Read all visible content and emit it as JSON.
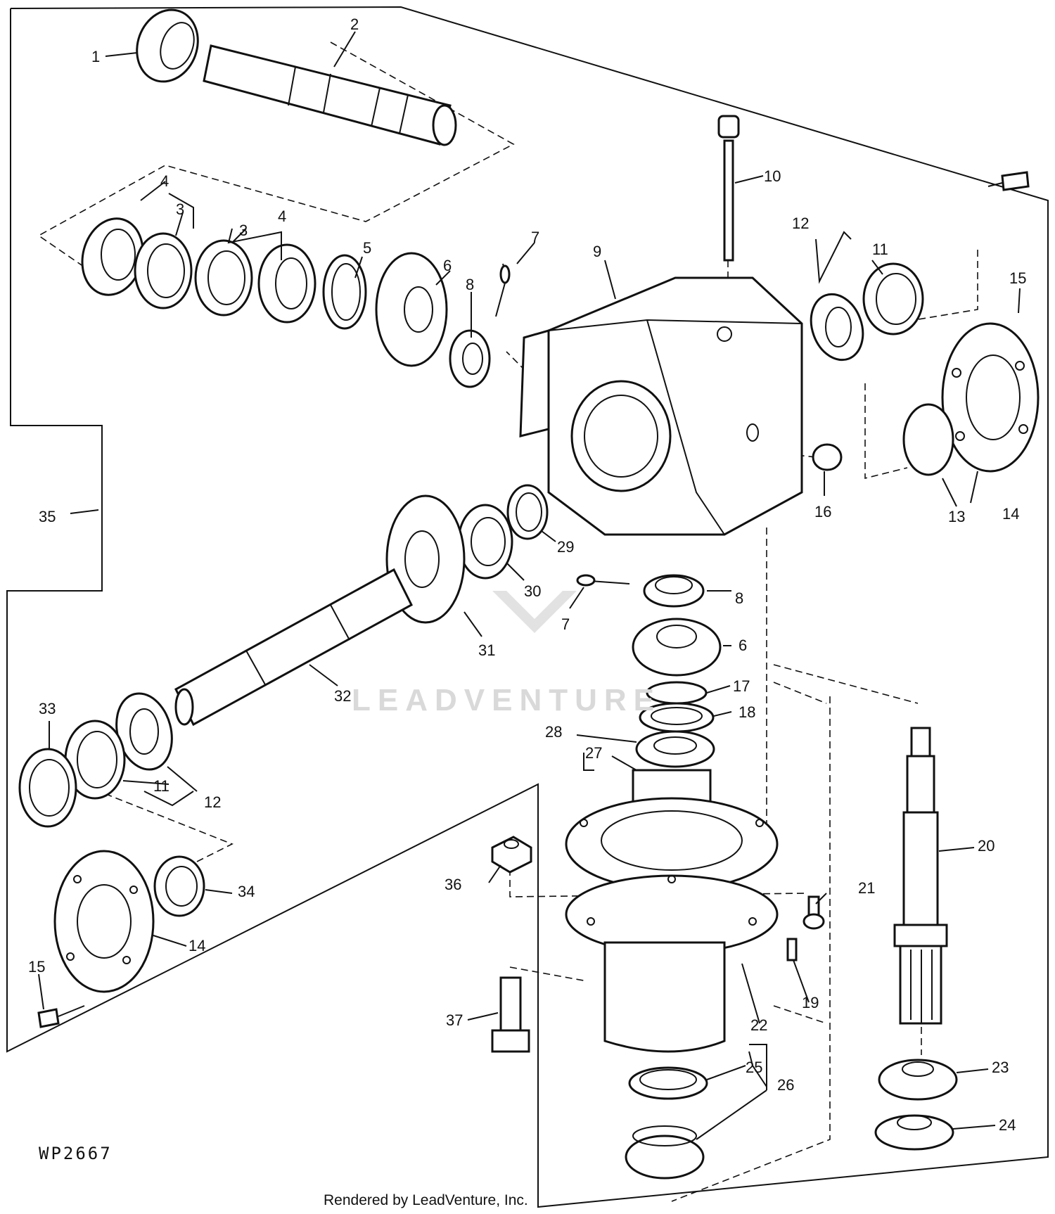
{
  "diagram": {
    "code": "WP2667",
    "credit": "Rendered by LeadVenture, Inc.",
    "watermark": "LEADVENTURE",
    "callouts": [
      "1",
      "2",
      "3",
      "3",
      "4",
      "4",
      "5",
      "6",
      "6",
      "7",
      "7",
      "8",
      "8",
      "9",
      "10",
      "11",
      "11",
      "12",
      "12",
      "13",
      "14",
      "14",
      "15",
      "15",
      "16",
      "17",
      "18",
      "19",
      "20",
      "21",
      "22",
      "23",
      "24",
      "25",
      "26",
      "27",
      "28",
      "29",
      "30",
      "31",
      "32",
      "33",
      "34",
      "35",
      "36",
      "37"
    ]
  }
}
